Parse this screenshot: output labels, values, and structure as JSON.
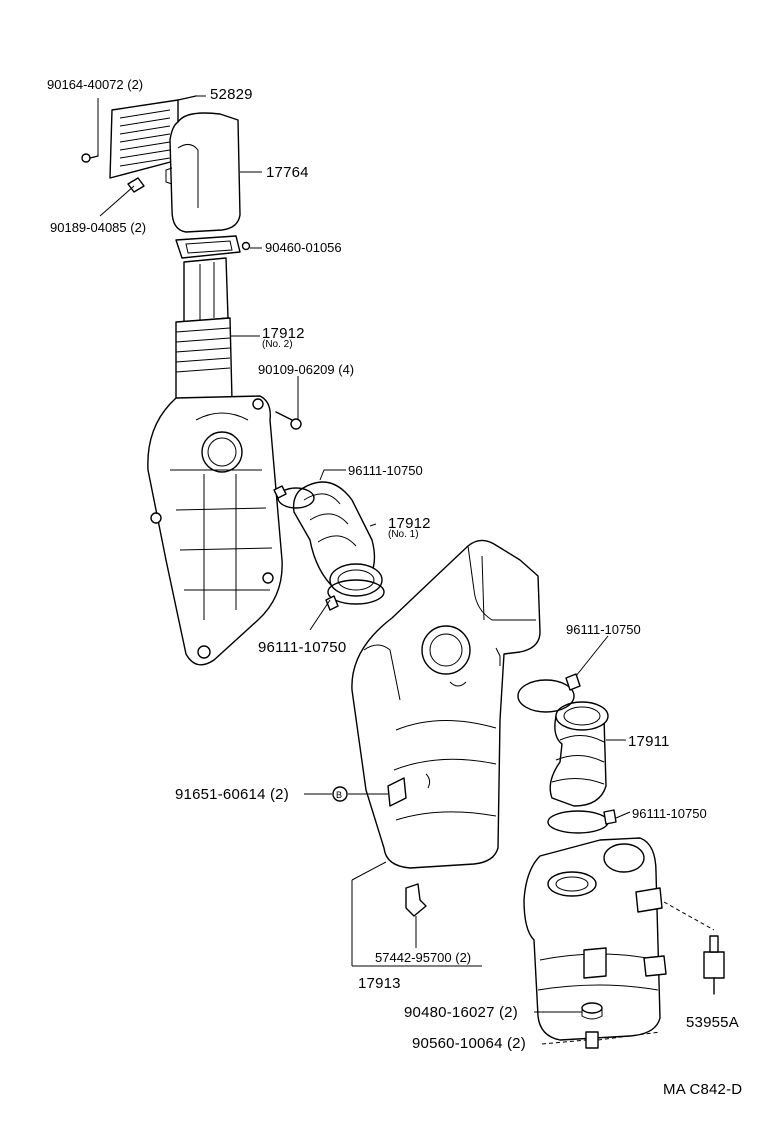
{
  "labels": {
    "p52829": "52829",
    "p90164": "90164-40072 (2)",
    "p17764": "17764",
    "p90189": "90189-04085 (2)",
    "p90460": "90460-01056",
    "p17912_no2": "17912",
    "p17912_no2_sub": "(No. 2)",
    "p90109": "90109-06209 (4)",
    "p96111_a": "96111-10750",
    "p17912_no1": "17912",
    "p17912_no1_sub": "(No. 1)",
    "p96111_b": "96111-10750",
    "p96111_c": "96111-10750",
    "p17911": "17911",
    "p91651": "91651-60614 (2)",
    "p96111_d": "96111-10750",
    "p57442": "57442-95700 (2)",
    "p17913": "17913",
    "p90480": "90480-16027 (2)",
    "p53955": "53955A",
    "p90560": "90560-10064 (2)",
    "figure_code": "MA  C842-D"
  }
}
